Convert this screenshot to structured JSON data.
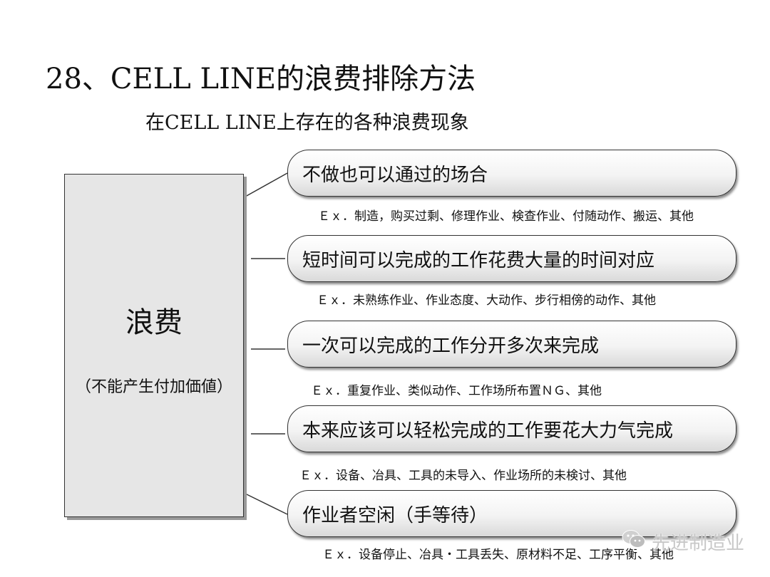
{
  "header": {
    "title": "28、CELL LINE的浪费排除方法",
    "subtitle": "在CELL LINE上存在的各种浪费现象"
  },
  "main_box": {
    "label": "浪费",
    "sublabel": "（不能产生付加価値）"
  },
  "items": [
    {
      "label": "不做也可以通过的场合",
      "example": "Ｅｘ．制造，购买过剩、修理作业、検查作业、付随动作、搬运、其他"
    },
    {
      "label": "短时间可以完成的工作花费大量的时间对应",
      "example": "Ｅｘ．未熟练作业、作业态度、大动作、步行相傍的动作、其他"
    },
    {
      "label": "一次可以完成的工作分开多次来完成",
      "example": "Ｅｘ．重复作业、类似动作、工作场所布置ＮＧ、其他"
    },
    {
      "label": "本来应该可以轻松完成的工作要花大力气完成",
      "example": "Ｅｘ．设备、冶具、工具的未导入、作业场所的未検讨、其他"
    },
    {
      "label": "作业者空闲（手等待）",
      "example": "Ｅｘ．设备停止、冶具・工具丢失、原材料不足、工序平衡、其他"
    }
  ],
  "watermark": {
    "text": "先进制造业",
    "icon": "wechat-icon"
  }
}
